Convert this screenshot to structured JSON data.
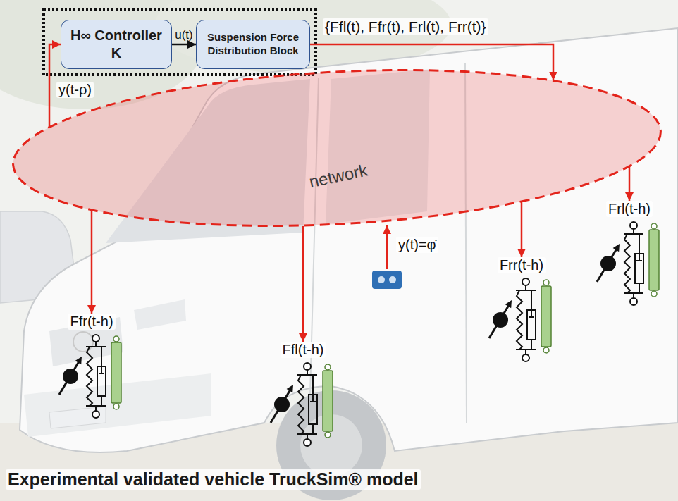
{
  "diagram": {
    "caption": "Experimental validated vehicle TruckSim® model",
    "nodes": [
      {
        "text": [
          "H∞ Controller",
          "K"
        ]
      },
      {
        "text": [
          "Suspension Force Distribution Block"
        ]
      },
      {
        "text": [
          "network"
        ]
      },
      {
        "text": [
          "Ffr(t-h)"
        ]
      },
      {
        "text": [
          "Ffl(t-h)"
        ]
      },
      {
        "text": [
          "Frr(t-h)"
        ]
      },
      {
        "text": [
          "Frl(t-h)"
        ]
      }
    ],
    "edges": [
      {
        "from": 0,
        "to": 1,
        "label": "u(t)",
        "arrow": "to"
      },
      {
        "from": 1,
        "to": 2,
        "label": "{Ffl(t), Ffr(t), Frl(t), Frr(t)}",
        "arrow": "to"
      },
      {
        "from": 2,
        "to": 0,
        "label": "y(t-ρ)",
        "arrow": "to"
      },
      {
        "from": 2,
        "to": 3,
        "arrow": "to"
      },
      {
        "from": 2,
        "to": 4,
        "arrow": "to"
      },
      {
        "from": 2,
        "to": 5,
        "arrow": "to"
      },
      {
        "from": 2,
        "to": 6,
        "arrow": "to"
      }
    ],
    "labels": [
      "y(t)=φ̇"
    ]
  }
}
